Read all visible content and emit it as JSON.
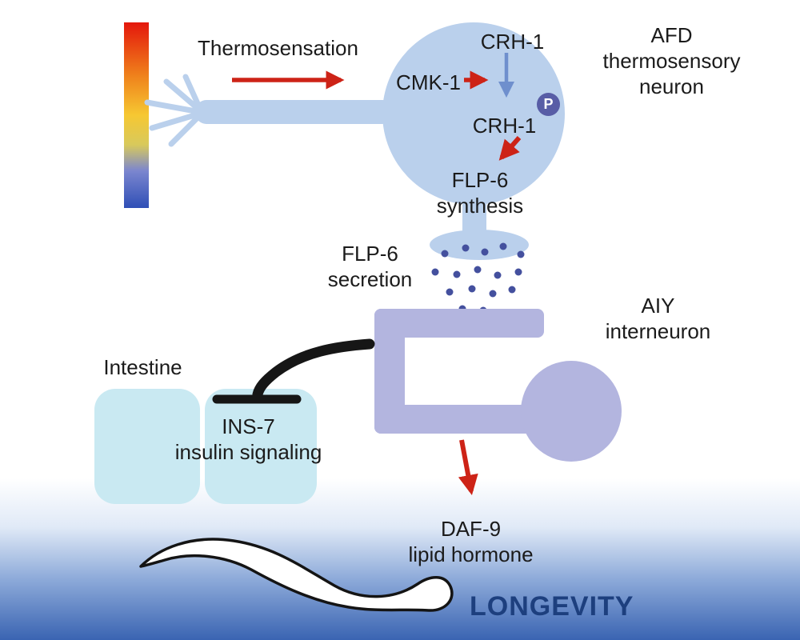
{
  "diagram": {
    "thermosensation": {
      "label": "Thermosensation"
    },
    "afd_neuron": {
      "name_label": "AFD\nthermosensory\nneuron",
      "crh1_upstream": "CRH-1",
      "cmk1": "CMK-1",
      "crh1_phosphorylated": "CRH-1",
      "phosphate_badge": "P",
      "flp6_synthesis": "FLP-6\nsynthesis"
    },
    "synapse": {
      "flp6_secretion": "FLP-6\nsecretion"
    },
    "aiy_interneuron": {
      "name_label": "AIY\ninterneuron"
    },
    "intestine": {
      "name_label": "Intestine",
      "ins7": "INS-7\ninsulin signaling"
    },
    "daf9": {
      "label": "DAF-9\nlipid hormone"
    },
    "longevity": {
      "label": "LONGEVITY"
    }
  },
  "colors": {
    "afd_neuron_fill": "#bad0ec",
    "aiy_neuron_fill": "#b3b5df",
    "intestine_fill": "#c9e9f2",
    "red_arrow": "#cd2317",
    "blue_arrow": "#6f8fcd",
    "phosphate_badge_fill": "#585da6",
    "vesicle_dot": "#44509e",
    "inhibition_line": "#161616",
    "ocean_blue": "#3a64b2",
    "longevity_text": "#1d3f7e",
    "gradient_bar_top": "#e4170c",
    "gradient_bar_middle": "#f6c832",
    "gradient_bar_bottom": "#2f4fb6"
  }
}
